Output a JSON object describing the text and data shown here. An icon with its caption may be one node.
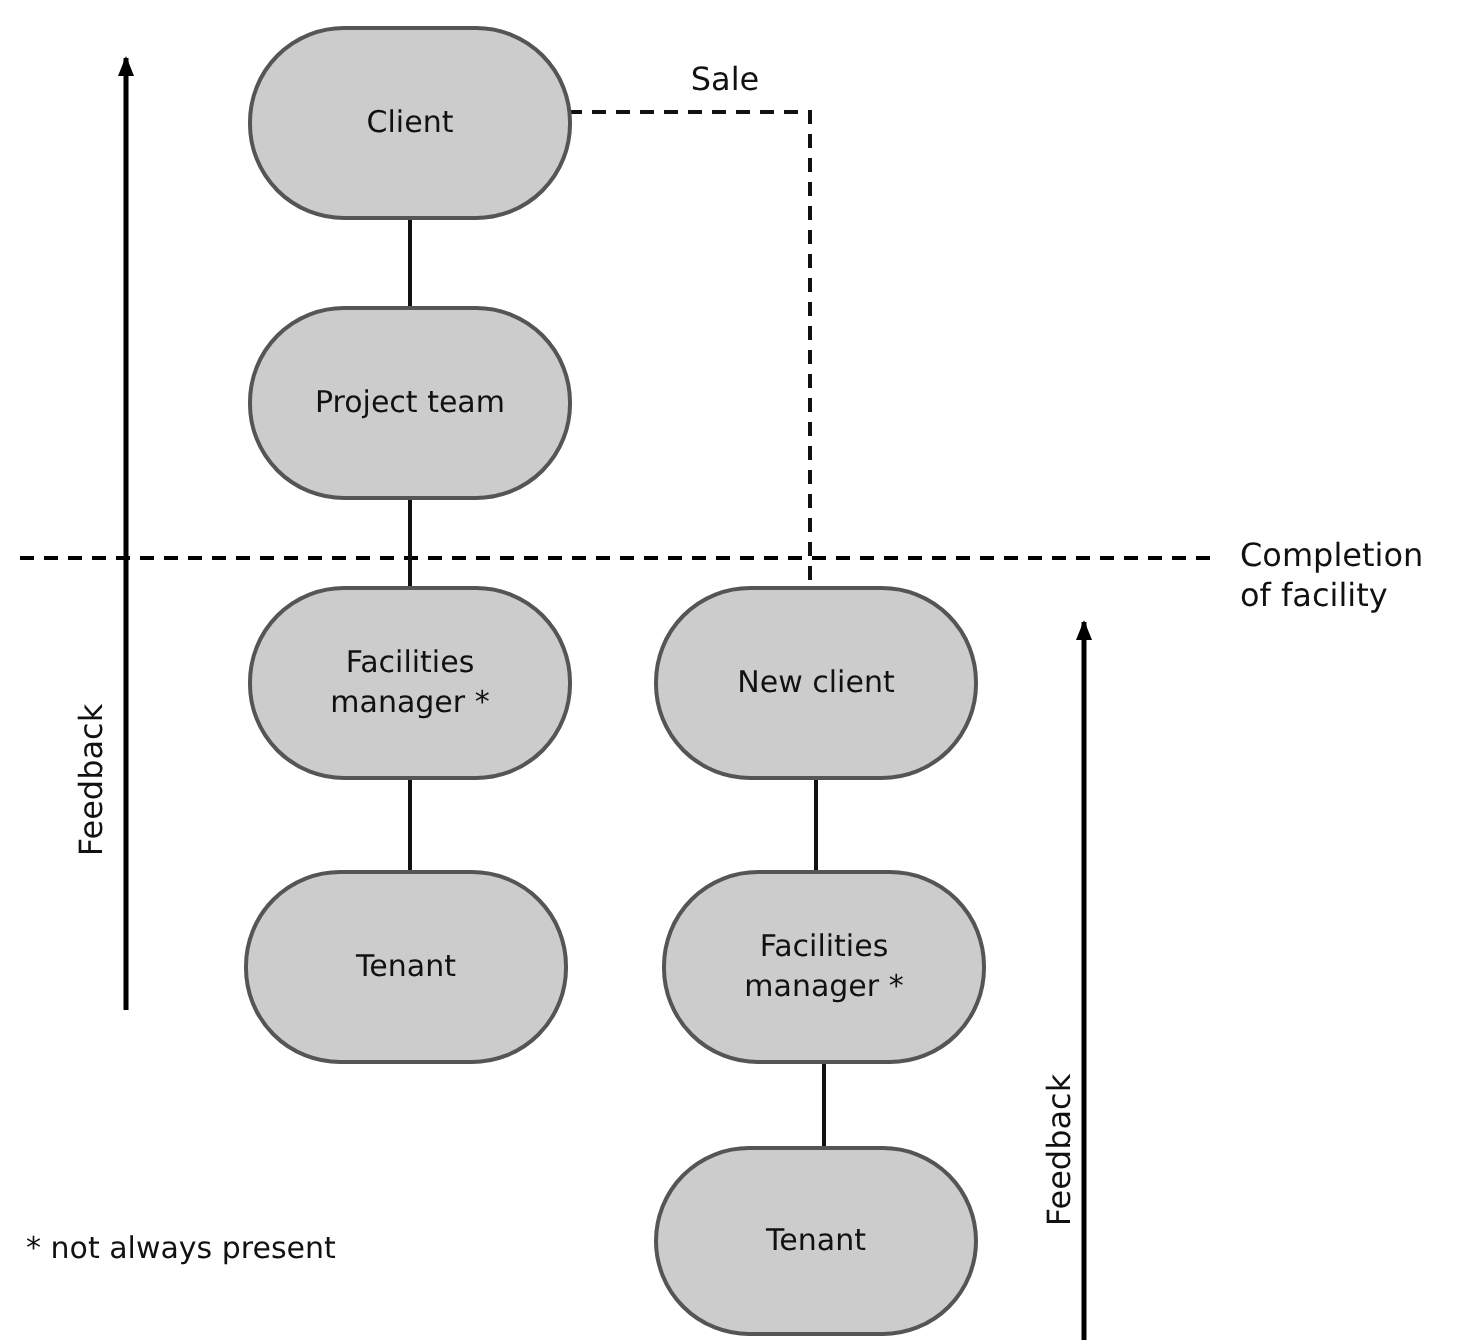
{
  "diagram": {
    "nodes": [
      {
        "text": [
          "Client"
        ]
      },
      {
        "text": [
          "Project team"
        ]
      },
      {
        "text": [
          "Facilities manager *"
        ]
      },
      {
        "text": [
          "Tenant"
        ]
      },
      {
        "text": [
          "New client"
        ]
      },
      {
        "text": [
          "Facilities manager *"
        ]
      },
      {
        "text": [
          "Tenant"
        ]
      }
    ],
    "edges": [
      {
        "from": 0,
        "to": 1,
        "arrow": "none"
      },
      {
        "from": 1,
        "to": 2,
        "arrow": "none"
      },
      {
        "from": 2,
        "to": 3,
        "arrow": "none"
      },
      {
        "from": 0,
        "to": 4,
        "arrow": "none",
        "label": "Sale",
        "style": "dashed"
      },
      {
        "from": 4,
        "to": 5,
        "arrow": "none"
      },
      {
        "from": 5,
        "to": 6,
        "arrow": "none"
      }
    ],
    "labels": [
      "Completion of facility",
      "Feedback",
      "Feedback",
      "* not always present"
    ]
  }
}
